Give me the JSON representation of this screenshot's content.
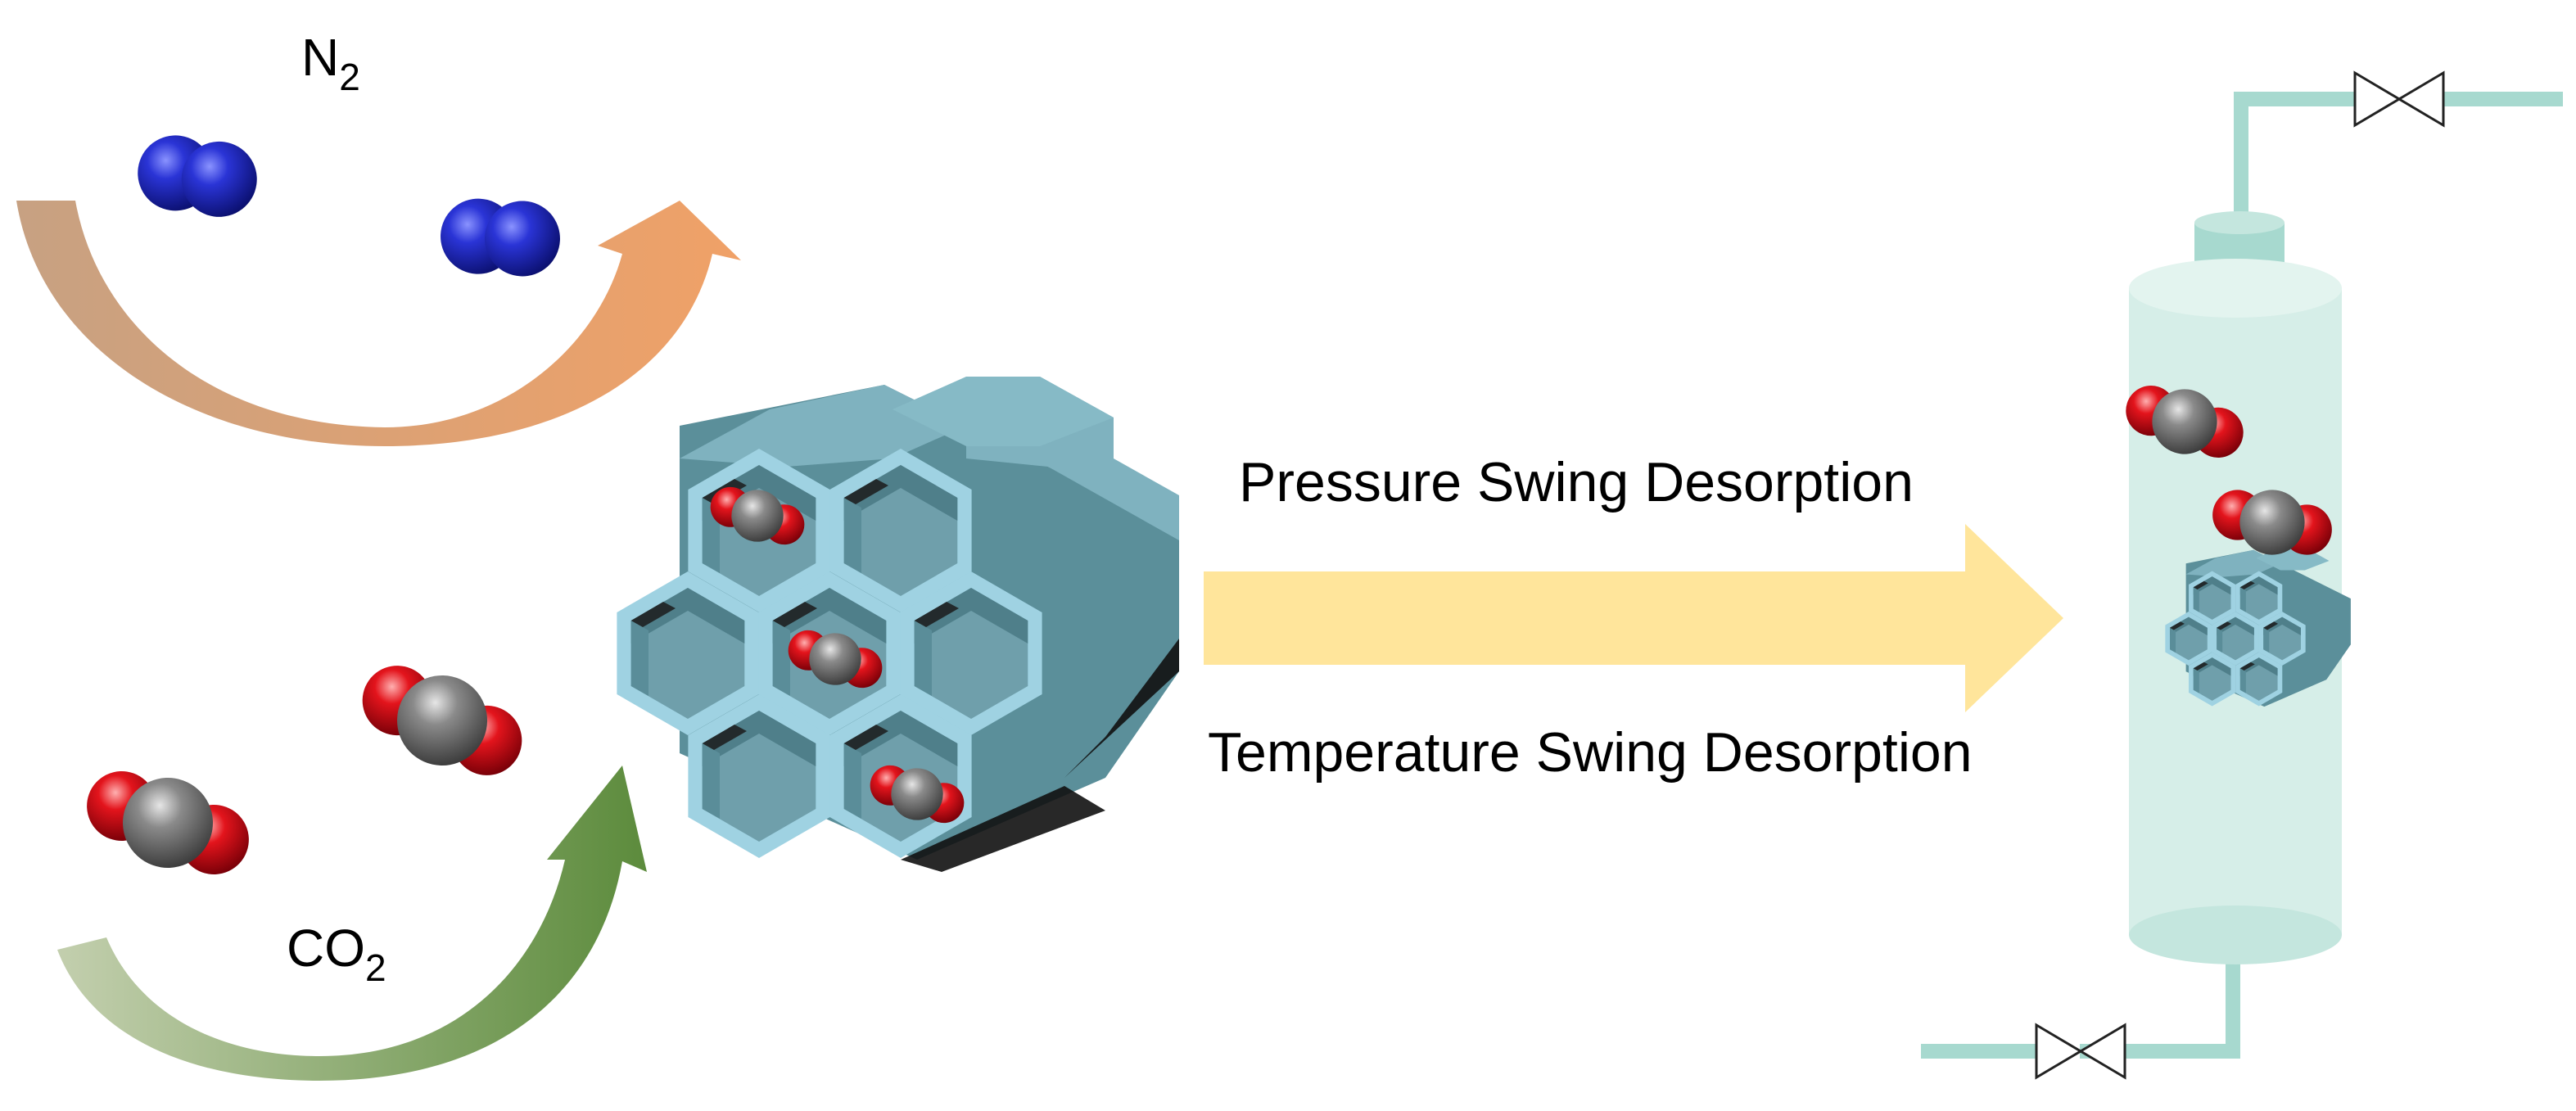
{
  "labels": {
    "n2": {
      "main": "N",
      "sub": "2"
    },
    "co2": {
      "main": "CO",
      "sub": "2"
    },
    "pressure_swing": "Pressure Swing Desorption",
    "temperature_swing": "Temperature Swing Desorption"
  },
  "colors": {
    "n2_atom": "#1a22b4",
    "carbon_atom": "#6e6e6e",
    "oxygen_atom": "#d8141c",
    "n2_arrow_start": "#c7a182",
    "n2_arrow_end": "#f0a167",
    "co2_arrow_start": "#bcc9a6",
    "co2_arrow_end": "#5c8b3c",
    "framework_face": "#7fb2bf",
    "framework_dark": "#5b8f9a",
    "framework_edge": "#9fd2e2",
    "process_arrow": "#ffe59b",
    "column_fill": "#d6eee8",
    "pipe": "#a7d9cf"
  },
  "icons": [
    "n2-molecule",
    "co2-molecule",
    "porous-framework",
    "adsorption-column",
    "valve-icon"
  ]
}
